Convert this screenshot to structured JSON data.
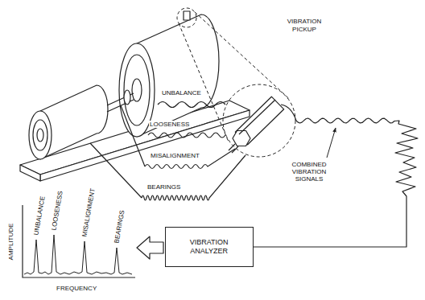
{
  "diagram": {
    "nodes": [
      {
        "text": [
          "VIBRATION PICKUP"
        ]
      },
      {
        "text": [
          "VIBRATION ANALYZER"
        ]
      }
    ],
    "edges": [
      {
        "from": 0,
        "to": 1,
        "arrow": "none"
      }
    ],
    "labels": [
      "UNBALANCE",
      "LOOSENESS",
      "MISALIGNMENT",
      "BEARINGS",
      "COMBINED VIBRATION SIGNALS",
      "AMPLITUDE",
      "FREQUENCY",
      "UNBALANCE",
      "LOOSENESS",
      "MISALIGNMENT",
      "BEARINGS"
    ]
  }
}
